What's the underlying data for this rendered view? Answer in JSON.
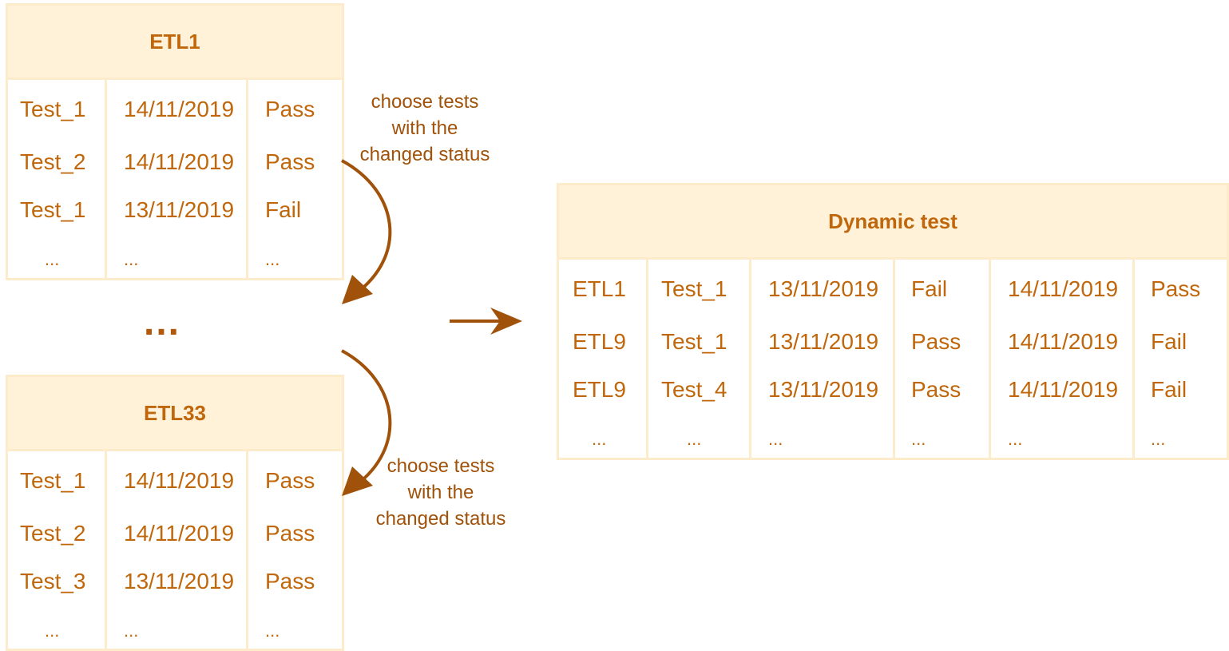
{
  "etl1": {
    "title": "ETL1",
    "rows": [
      [
        "Test_1",
        "14/11/2019",
        "Pass"
      ],
      [
        "Test_2",
        "14/11/2019",
        "Pass"
      ],
      [
        "Test_1",
        "13/11/2019",
        "Fail"
      ],
      [
        "...",
        "...",
        "..."
      ]
    ]
  },
  "middle_ellipsis": "...",
  "etl33": {
    "title": "ETL33",
    "rows": [
      [
        "Test_1",
        "14/11/2019",
        "Pass"
      ],
      [
        "Test_2",
        "14/11/2019",
        "Pass"
      ],
      [
        "Test_3",
        "13/11/2019",
        "Pass"
      ],
      [
        "...",
        "...",
        "..."
      ]
    ]
  },
  "annotations": {
    "top": [
      "choose tests",
      "with the",
      "changed status"
    ],
    "bottom": [
      "choose tests",
      "with the",
      "changed status"
    ]
  },
  "dynamic": {
    "title": "Dynamic test",
    "rows": [
      [
        "ETL1",
        "Test_1",
        "13/11/2019",
        "Fail",
        "14/11/2019",
        "Pass"
      ],
      [
        "ETL9",
        "Test_1",
        "13/11/2019",
        "Pass",
        "14/11/2019",
        "Fail"
      ],
      [
        "ETL9",
        "Test_4",
        "13/11/2019",
        "Pass",
        "14/11/2019",
        "Fail"
      ],
      [
        "...",
        "...",
        "...",
        "...",
        "...",
        "..."
      ]
    ]
  },
  "colors": {
    "text": "#c0670c",
    "arrow": "#a0520a",
    "header_fill": "#fff2d8",
    "border": "#fdeccc"
  }
}
